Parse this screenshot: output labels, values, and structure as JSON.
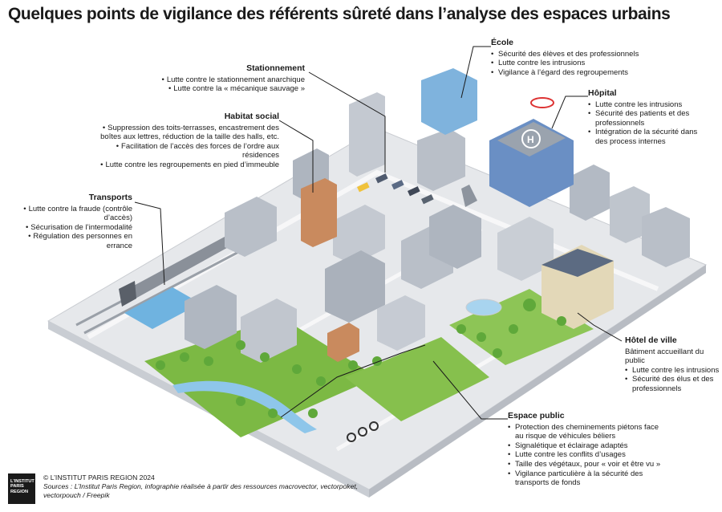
{
  "title": "Quelques points de vigilance des référents sûreté dans l’analyse des espaces urbains",
  "annotations": {
    "ecole": {
      "heading": "École",
      "items": [
        "Sécurité des élèves et des professionnels",
        "Lutte contre les intrusions",
        "Vigilance à l’égard des regroupements"
      ]
    },
    "hopital": {
      "heading": "Hôpital",
      "items": [
        "Lutte contre les intrusions",
        "Sécurité des patients et des professionnels",
        "Intégration de la sécurité dans des process internes"
      ]
    },
    "hotel_de_ville": {
      "heading": "Hôtel de ville",
      "subheading": "Bâtiment accueillant du public",
      "items": [
        "Lutte contre les intrusions",
        "Sécurité des élus et des professionnels"
      ]
    },
    "espace_public": {
      "heading": "Espace public",
      "items": [
        "Protection des cheminements piétons face au risque de véhicules béliers",
        "Signalétique et éclairage adaptés",
        "Lutte contre les conflits d’usages",
        "Taille des végétaux, pour « voir et être vu »",
        "Vigilance particulière à la sécurité des transports de fonds"
      ]
    },
    "stationnement": {
      "heading": "Stationnement",
      "items": [
        "Lutte contre le stationnement anarchique",
        "Lutte contre la « mécanique sauvage »"
      ]
    },
    "habitat_social": {
      "heading": "Habitat social",
      "items": [
        "Suppression des toits-terrasses, encastrement des boîtes aux lettres, réduction de la taille des halls, etc.",
        "Facilitation de l’accès des forces de l’ordre aux résidences",
        "Lutte contre les regroupements en pied d’immeuble"
      ]
    },
    "transports": {
      "heading": "Transports",
      "items": [
        "Lutte contre la fraude (contrôle d’accès)",
        "Sécurisation de l’intermodalité",
        "Régulation des personnes en errance"
      ]
    }
  },
  "footer": {
    "logo_text": "L’INSTITUT PARIS REGION",
    "copyright": "© L’INSTITUT PARIS REGION 2024",
    "sources": "Sources : L’Institut Paris Region, infographie réalisée à partir des ressources macrovector, vectorpoket, vectorpouch / Freepik"
  },
  "colors": {
    "ground": "#e6e8eb",
    "grass": "#7cb944",
    "building": "#b9bfc8",
    "hospital": "#6a8fc4",
    "road_line": "#ffffff",
    "water": "#8ec6ea",
    "text": "#1a1a1a"
  }
}
